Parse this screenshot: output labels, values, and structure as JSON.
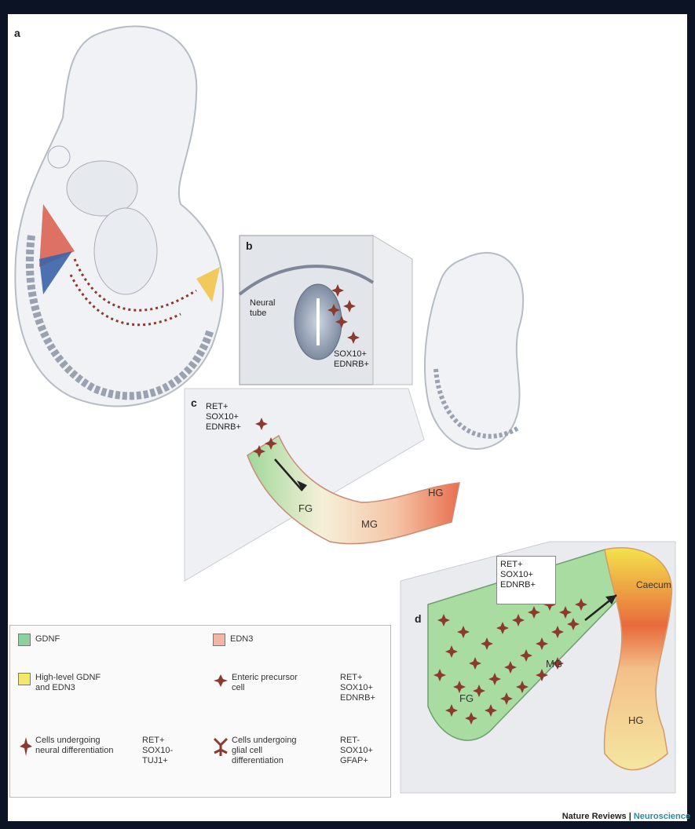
{
  "panels": {
    "a": "a",
    "b": "b",
    "c": "c",
    "d": "d"
  },
  "labels": {
    "neural_tube": "Neural\ntube",
    "b_markers": "SOX10+\nEDNRB+",
    "c_markers": "RET+\nSOX10+\nEDNRB+",
    "d_markers": "RET+\nSOX10+\nEDNRB+",
    "fg": "FG",
    "mg": "MG",
    "hg": "HG",
    "caecum": "Caecum"
  },
  "legend": {
    "items": [
      {
        "label": "GDNF",
        "color": "#8fd19e"
      },
      {
        "label": "EDN3",
        "color": "#f5b5a5"
      },
      {
        "label": "High-level GDNF\nand EDN3",
        "color": "#f2e86a"
      },
      {
        "label": "Enteric precursor\ncell",
        "marker": "RET+\nSOX10+\nEDNRB+"
      },
      {
        "label": "Cells undergoing\nneural differentiation",
        "marker": "RET+\nSOX10-\nTUJ1+"
      },
      {
        "label": "Cells undergoing\nglial cell\ndifferentiation",
        "marker": "RET-\nSOX10+\nGFAP+"
      }
    ]
  },
  "footer": {
    "journal": "Nature Reviews",
    "section": "Neuroscience"
  },
  "colors": {
    "gdnf": "#8fd19e",
    "edn3": "#f5b5a5",
    "high": "#f2e86a",
    "cell": "#8a3a2e",
    "hg": "#e87a5a"
  }
}
